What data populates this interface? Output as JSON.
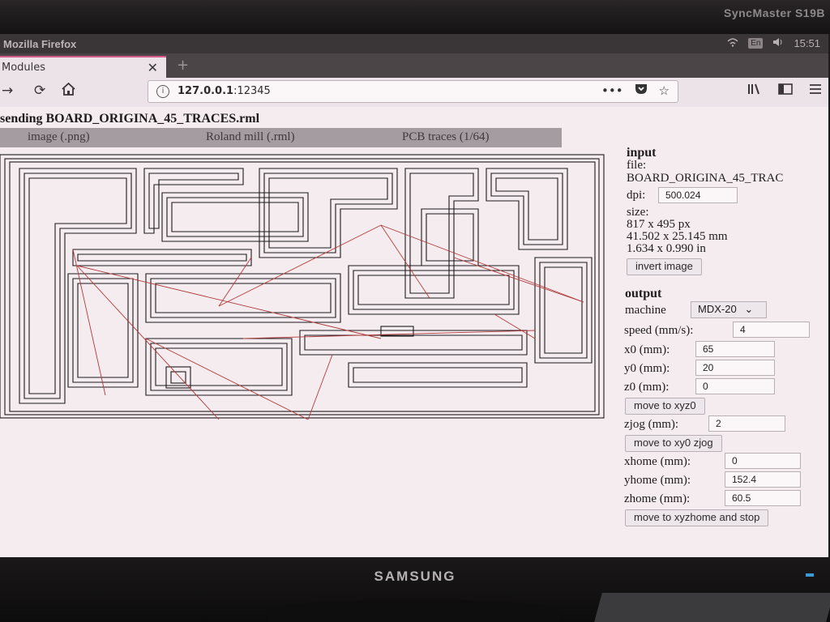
{
  "monitor": {
    "model_label": "SyncMaster S19B",
    "brand": "SAMSUNG"
  },
  "os": {
    "app_title": "Mozilla Firefox",
    "lang_indicator": "En",
    "clock": "15:51"
  },
  "browser": {
    "tab_label": "Modules",
    "url_host": "127.0.0.1",
    "url_port": ":12345"
  },
  "page": {
    "status": "sending BOARD_ORIGINA_45_TRACES.rml",
    "modules": [
      "image (.png)",
      "Roland mill (.rml)",
      "PCB traces (1/64)"
    ],
    "input": {
      "heading": "input",
      "file_label": "file:",
      "file_name": "BOARD_ORIGINA_45_TRAC",
      "dpi_label": "dpi:",
      "dpi_value": "500.024",
      "size_label": "size:",
      "size_px": "817 x 495 px",
      "size_mm": "41.502 x 25.145 mm",
      "size_in": "1.634 x 0.990 in",
      "invert_button": "invert image"
    },
    "output": {
      "heading": "output",
      "machine_label": "machine",
      "machine_value": "MDX-20",
      "speed_label": "speed (mm/s):",
      "speed_value": "4",
      "x0_label": "x0 (mm):",
      "x0_value": "65",
      "y0_label": "y0 (mm):",
      "y0_value": "20",
      "z0_label": "z0 (mm):",
      "z0_value": "0",
      "move_xyz0_button": "move to xyz0",
      "zjog_label": "zjog (mm):",
      "zjog_value": "2",
      "move_xy0_button": "move to xy0 zjog",
      "xhome_label": "xhome (mm):",
      "xhome_value": "0",
      "yhome_label": "yhome (mm):",
      "yhome_value": "152.4",
      "zhome_label": "zhome (mm):",
      "zhome_value": "60.5",
      "move_home_button": "move to xyzhome and stop"
    }
  }
}
